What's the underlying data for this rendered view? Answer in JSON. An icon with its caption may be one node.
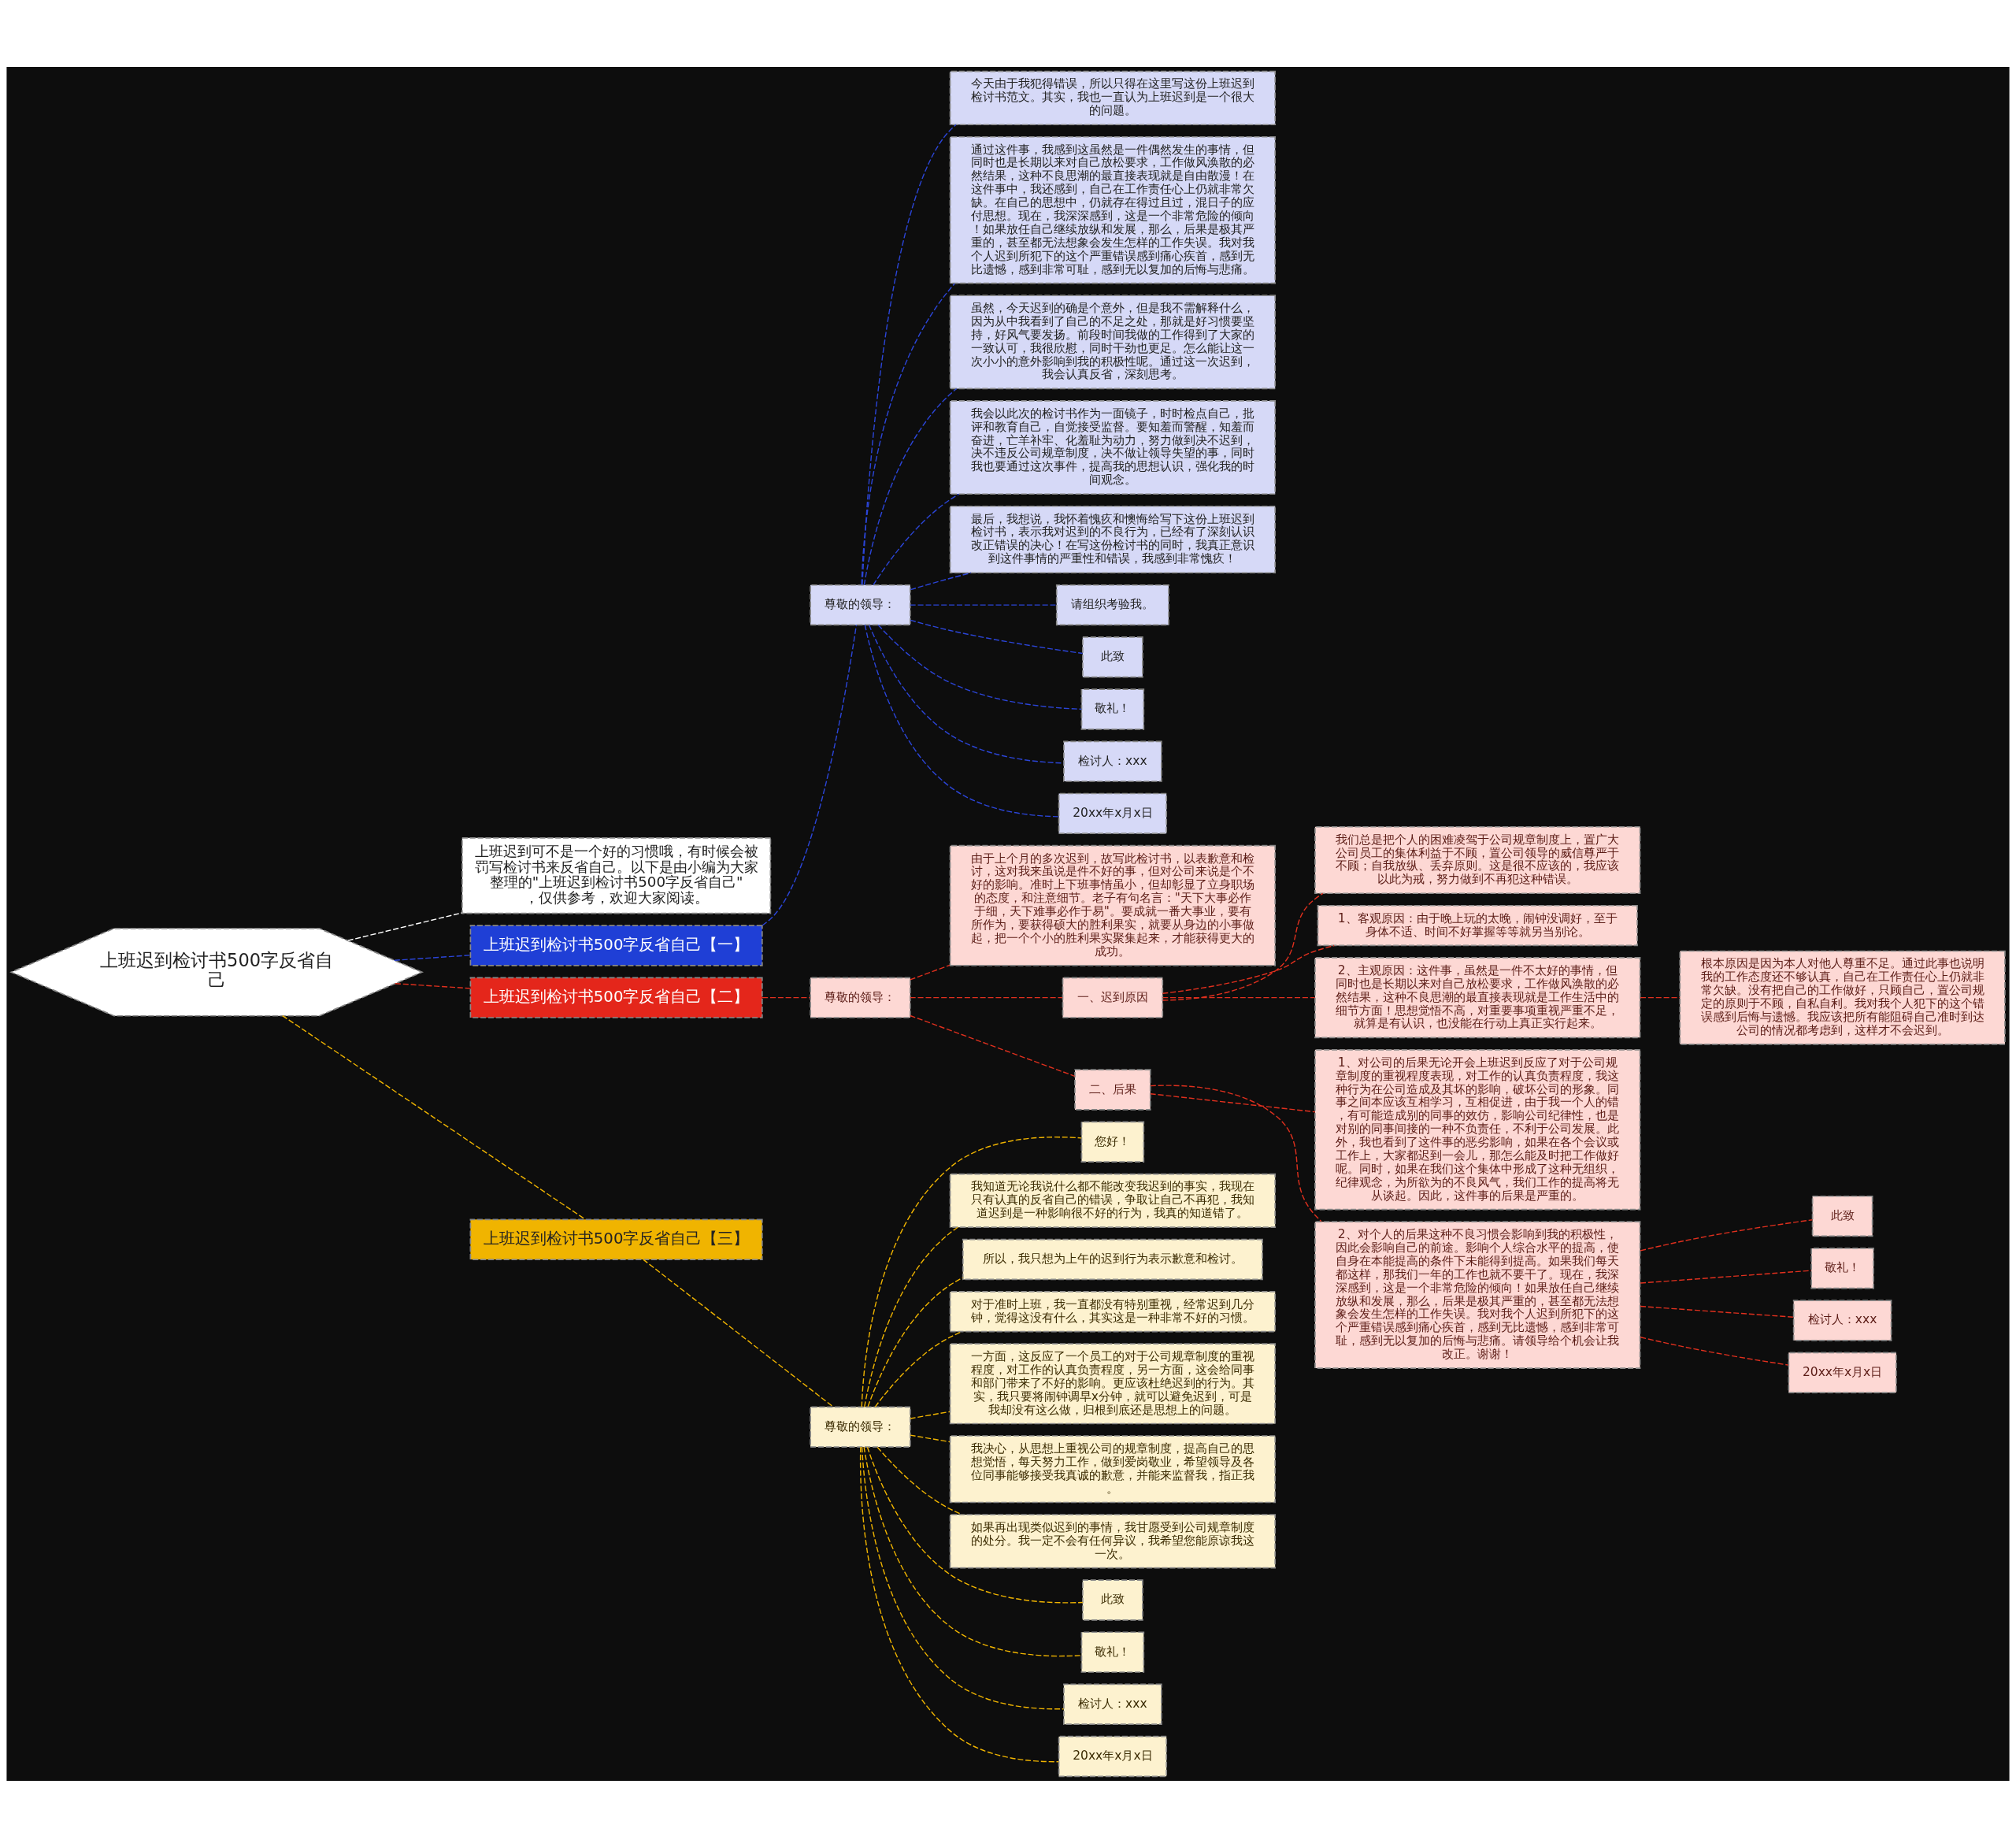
{
  "diagram": {
    "nodes": [
      {
        "text": [
          "上班迟到检讨书500字反省自己"
        ]
      },
      {
        "text": [
          "上班迟到可不是一个好的习惯哦，有时候会被罚写检讨书来反省自己。以下是由小编为大家整理的\"上班迟到检讨书500字反省自己\"，仅供参考，欢迎大家阅读。"
        ]
      },
      {
        "text": [
          "上班迟到检讨书500字反省自己【一】"
        ]
      },
      {
        "text": [
          "尊敬的领导："
        ]
      },
      {
        "text": [
          "今天由于我犯得错误，所以只得在这里写这份上班迟到检讨书范文。其实，我也一直认为上班迟到是一个很大的问题。"
        ]
      },
      {
        "text": [
          "通过这件事，我感到这虽然是一件偶然发生的事情，但同时也是长期以来对自己放松要求，工作做风涣散的必然结果，这种不良思潮的最直接表现就是自由散漫！在这件事中，我还感到，自己在工作责任心上仍就非常欠缺。在自己的思想中，仍就存在得过且过，混日子的应付思想。现在，我深深感到，这是一个非常危险的倾向！如果放任自己继续放纵和发展，那么，后果是极其严重的，甚至都无法想象会发生怎样的工作失误。我对我个人迟到所犯下的这个严重错误感到痛心疾首，感到无比遗憾，感到非常可耻，感到无以复加的后悔与悲痛。"
        ]
      },
      {
        "text": [
          "虽然，今天迟到的确是个意外，但是我不需解释什么，因为从中我看到了自己的不足之处，那就是好习惯要坚持，好风气要发扬。前段时间我做的工作得到了大家的一致认可，我很欣慰，同时干劲也更足。怎么能让这一次小小的意外影响到我的积极性呢。通过这一次迟到，我会认真反省，深刻思考。"
        ]
      },
      {
        "text": [
          "我会以此次的检讨书作为一面镜子，时时检点自己，批评和教育自己，自觉接受监督。要知羞而警醒，知羞而奋进，亡羊补牢、化羞耻为动力，努力做到决不迟到，决不违反公司规章制度，决不做让领导失望的事，同时我也要通过这次事件，提高我的思想认识，强化我的时间观念。"
        ]
      },
      {
        "text": [
          "最后，我想说，我怀着愧疚和懊悔给写下这份上班迟到检讨书，表示我对迟到的不良行为，已经有了深刻认识改正错误的决心！在写这份检讨书的同时，我真正意识到这件事情的严重性和错误，我感到非常愧疚！"
        ]
      },
      {
        "text": [
          "请组织考验我。"
        ]
      },
      {
        "text": [
          "此致"
        ]
      },
      {
        "text": [
          "敬礼！"
        ]
      },
      {
        "text": [
          "检讨人：xxx"
        ]
      },
      {
        "text": [
          "20xx年x月x日"
        ]
      },
      {
        "text": [
          "上班迟到检讨书500字反省自己【二】"
        ]
      },
      {
        "text": [
          "尊敬的领导："
        ]
      },
      {
        "text": [
          "由于上个月的多次迟到，故写此检讨书，以表歉意和检讨，这对我来虽说是件不好的事，但对公司来说是个不好的影响。准时上下班事情虽小，但却彰显了立身职场的态度，和注意细节。老子有句名言：\"天下大事必作于细，天下难事必作于易\"。要成就一番大事业，要有所作为，要获得硕大的胜利果实，就要从身边的小事做起，把一个个小的胜利果实聚集起来，才能获得更大的成功。"
        ]
      },
      {
        "text": [
          "一、迟到原因"
        ]
      },
      {
        "text": [
          "我们总是把个人的困难凌驾于公司规章制度上，置广大公司员工的集体利益于不顾，置公司领导的威信尊严于不顾；自我放纵、丢弃原则。这是很不应该的，我应该以此为戒，努力做到不再犯这种错误。"
        ]
      },
      {
        "text": [
          "1、客观原因：由于晚上玩的太晚，闹钟没调好，至于身体不适、时间不好掌握等等就另当别论。"
        ]
      },
      {
        "text": [
          "2、主观原因：这件事，虽然是一件不太好的事情，但同时也是长期以来对自己放松要求，工作做风涣散的必然结果，这种不良思潮的最直接表现就是工作生活中的细节方面！思想觉悟不高，对重要事项重视严重不足，就算是有认识，也没能在行动上真正实行起来。"
        ]
      },
      {
        "text": [
          "根本原因是因为本人对他人尊重不足。通过此事也说明我的工作态度还不够认真，自己在工作责任心上仍就非常欠缺。没有把自己的工作做好，只顾自己，置公司规定的原则于不顾，自私自利。我对我个人犯下的这个错误感到后悔与遗憾。我应该把所有能阻碍自己准时到达公司的情况都考虑到，这样才不会迟到。"
        ]
      },
      {
        "text": [
          "二、后果"
        ]
      },
      {
        "text": [
          "1、对公司的后果无论开会上班迟到反应了对于公司规章制度的重视程度表现，对工作的认真负责程度，我这种行为在公司造成及其坏的影响，破坏公司的形象。同事之间本应该互相学习，互相促进，由于我一个人的错，有可能造成别的同事的效仿，影响公司纪律性，也是对别的同事间接的一种不负责任，不利于公司发展。此外，我也看到了这件事的恶劣影响，如果在各个会议或工作上，大家都迟到一会儿，那怎么能及时把工作做好呢。同时，如果在我们这个集体中形成了这种无组织，纪律观念，为所欲为的不良风气，我们工作的提高将无从谈起。因此，这件事的后果是严重的。"
        ]
      },
      {
        "text": [
          "2、对个人的后果这种不良习惯会影响到我的积极性，因此会影响自己的前途。影响个人综合水平的提高，使自身在本能提高的条件下未能得到提高。如果我们每天都这样，那我们一年的工作也就不要干了。现在，我深深感到，这是一个非常危险的倾向！如果放任自己继续放纵和发展，那么，后果是极其严重的，甚至都无法想象会发生怎样的工作失误。我对我个人迟到所犯下的这个严重错误感到痛心疾首，感到无比遗憾，感到非常可耻，感到无以复加的后悔与悲痛。请领导给个机会让我改正。谢谢！"
        ]
      },
      {
        "text": [
          "此致"
        ]
      },
      {
        "text": [
          "敬礼！"
        ]
      },
      {
        "text": [
          "检讨人：xxx"
        ]
      },
      {
        "text": [
          "20xx年x月x日"
        ]
      },
      {
        "text": [
          "上班迟到检讨书500字反省自己【三】"
        ]
      },
      {
        "text": [
          "尊敬的领导："
        ]
      },
      {
        "text": [
          "您好！"
        ]
      },
      {
        "text": [
          "我知道无论我说什么都不能改变我迟到的事实，我现在只有认真的反省自己的错误，争取让自己不再犯，我知道迟到是一种影响很不好的行为，我真的知道错了。"
        ]
      },
      {
        "text": [
          "所以，我只想为上午的迟到行为表示歉意和检讨。"
        ]
      },
      {
        "text": [
          "对于准时上班，我一直都没有特别重视，经常迟到几分钟，觉得这没有什么，其实这是一种非常不好的习惯。"
        ]
      },
      {
        "text": [
          "一方面，这反应了一个员工的对于公司规章制度的重视程度，对工作的认真负责程度，另一方面，这会给同事和部门带来了不好的影响。更应该杜绝迟到的行为。其实，我只要将闹钟调早x分钟，就可以避免迟到，可是我却没有这么做，归根到底还是思想上的问题。"
        ]
      },
      {
        "text": [
          "我决心，从思想上重视公司的规章制度，提高自己的思想觉悟，每天努力工作，做到爱岗敬业，希望领导及各位同事能够接受我真诚的歉意，并能来监督我，指正我。"
        ]
      },
      {
        "text": [
          "如果再出现类似迟到的事情，我甘愿受到公司规章制度的处分。我一定不会有任何异议，我希望您能原谅我这一次。"
        ]
      },
      {
        "text": [
          "此致"
        ]
      },
      {
        "text": [
          "敬礼！"
        ]
      },
      {
        "text": [
          "检讨人：xxx"
        ]
      },
      {
        "text": [
          "20xx年x月x日"
        ]
      }
    ],
    "edges": [
      {
        "from": 0,
        "to": 2,
        "arrow": "none",
        "style": "dashed",
        "color": "#2b45d8"
      },
      {
        "from": 2,
        "to": 3,
        "arrow": "none",
        "style": "dashed",
        "color": "#2b45d8"
      },
      {
        "from": 3,
        "to": 4,
        "arrow": "none",
        "style": "dashed",
        "color": "#2b45d8"
      },
      {
        "from": 3,
        "to": 5,
        "arrow": "none",
        "style": "dashed",
        "color": "#2b45d8"
      },
      {
        "from": 3,
        "to": 6,
        "arrow": "none",
        "style": "dashed",
        "color": "#2b45d8"
      },
      {
        "from": 3,
        "to": 7,
        "arrow": "none",
        "style": "dashed",
        "color": "#2b45d8"
      },
      {
        "from": 3,
        "to": 8,
        "arrow": "none",
        "style": "dashed",
        "color": "#2b45d8"
      },
      {
        "from": 3,
        "to": 9,
        "arrow": "none",
        "style": "dashed",
        "color": "#2b45d8"
      },
      {
        "from": 3,
        "to": 10,
        "arrow": "none",
        "style": "dashed",
        "color": "#2b45d8"
      },
      {
        "from": 3,
        "to": 11,
        "arrow": "none",
        "style": "dashed",
        "color": "#2b45d8"
      },
      {
        "from": 3,
        "to": 12,
        "arrow": "none",
        "style": "dashed",
        "color": "#2b45d8"
      },
      {
        "from": 3,
        "to": 13,
        "arrow": "none",
        "style": "dashed",
        "color": "#2b45d8"
      },
      {
        "from": 0,
        "to": 1,
        "arrow": "none",
        "style": "dashed",
        "color": "#ffffff"
      },
      {
        "from": 0,
        "to": 14,
        "arrow": "none",
        "style": "dashed",
        "color": "#e0301e"
      },
      {
        "from": 14,
        "to": 15,
        "arrow": "none",
        "style": "dashed",
        "color": "#e0301e"
      },
      {
        "from": 15,
        "to": 16,
        "arrow": "none",
        "style": "dashed",
        "color": "#e0301e"
      },
      {
        "from": 15,
        "to": 17,
        "arrow": "none",
        "style": "dashed",
        "color": "#e0301e"
      },
      {
        "from": 17,
        "to": 18,
        "arrow": "none",
        "style": "dashed",
        "color": "#e0301e"
      },
      {
        "from": 17,
        "to": 19,
        "arrow": "none",
        "style": "dashed",
        "color": "#e0301e"
      },
      {
        "from": 17,
        "to": 20,
        "arrow": "none",
        "style": "dashed",
        "color": "#e0301e"
      },
      {
        "from": 20,
        "to": 21,
        "arrow": "none",
        "style": "dashed",
        "color": "#e0301e"
      },
      {
        "from": 15,
        "to": 22,
        "arrow": "none",
        "style": "dashed",
        "color": "#e0301e"
      },
      {
        "from": 22,
        "to": 23,
        "arrow": "none",
        "style": "dashed",
        "color": "#e0301e"
      },
      {
        "from": 22,
        "to": 24,
        "arrow": "none",
        "style": "dashed",
        "color": "#e0301e"
      },
      {
        "from": 24,
        "to": 25,
        "arrow": "none",
        "style": "dashed",
        "color": "#e0301e"
      },
      {
        "from": 24,
        "to": 26,
        "arrow": "none",
        "style": "dashed",
        "color": "#e0301e"
      },
      {
        "from": 24,
        "to": 27,
        "arrow": "none",
        "style": "dashed",
        "color": "#e0301e"
      },
      {
        "from": 24,
        "to": 28,
        "arrow": "none",
        "style": "dashed",
        "color": "#e0301e"
      },
      {
        "from": 0,
        "to": 29,
        "arrow": "none",
        "style": "dashed",
        "color": "#f0b400"
      },
      {
        "from": 29,
        "to": 30,
        "arrow": "none",
        "style": "dashed",
        "color": "#f0b400"
      },
      {
        "from": 30,
        "to": 31,
        "arrow": "none",
        "style": "dashed",
        "color": "#f0b400"
      },
      {
        "from": 30,
        "to": 32,
        "arrow": "none",
        "style": "dashed",
        "color": "#f0b400"
      },
      {
        "from": 30,
        "to": 33,
        "arrow": "none",
        "style": "dashed",
        "color": "#f0b400"
      },
      {
        "from": 30,
        "to": 34,
        "arrow": "none",
        "style": "dashed",
        "color": "#f0b400"
      },
      {
        "from": 30,
        "to": 35,
        "arrow": "none",
        "style": "dashed",
        "color": "#f0b400"
      },
      {
        "from": 30,
        "to": 36,
        "arrow": "none",
        "style": "dashed",
        "color": "#f0b400"
      },
      {
        "from": 30,
        "to": 37,
        "arrow": "none",
        "style": "dashed",
        "color": "#f0b400"
      },
      {
        "from": 30,
        "to": 38,
        "arrow": "none",
        "style": "dashed",
        "color": "#f0b400"
      },
      {
        "from": 30,
        "to": 39,
        "arrow": "none",
        "style": "dashed",
        "color": "#f0b400"
      },
      {
        "from": 30,
        "to": 40,
        "arrow": "none",
        "style": "dashed",
        "color": "#f0b400"
      },
      {
        "from": 30,
        "to": 41,
        "arrow": "none",
        "style": "dashed",
        "color": "#f0b400"
      }
    ]
  }
}
